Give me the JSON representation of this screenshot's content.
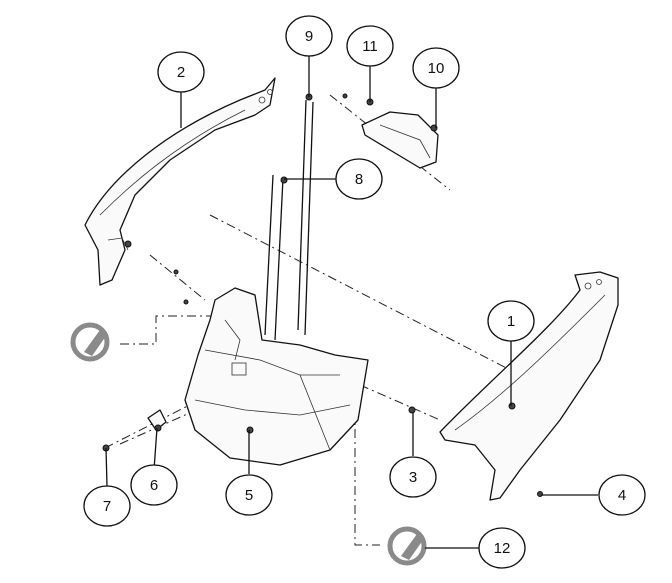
{
  "callouts": [
    {
      "id": "c1",
      "label": "1"
    },
    {
      "id": "c2",
      "label": "2"
    },
    {
      "id": "c3",
      "label": "3"
    },
    {
      "id": "c4",
      "label": "4"
    },
    {
      "id": "c5",
      "label": "5"
    },
    {
      "id": "c6",
      "label": "6"
    },
    {
      "id": "c7",
      "label": "7"
    },
    {
      "id": "c8",
      "label": "8"
    },
    {
      "id": "c9",
      "label": "9"
    },
    {
      "id": "c10",
      "label": "10"
    },
    {
      "id": "c11",
      "label": "11"
    },
    {
      "id": "c12",
      "label": "12"
    }
  ],
  "colors": {
    "line": "#111111",
    "grease_icon": "#8a8a8a",
    "background": "#ffffff"
  },
  "icons": {
    "grease_symbol": "lubrication-icon"
  }
}
